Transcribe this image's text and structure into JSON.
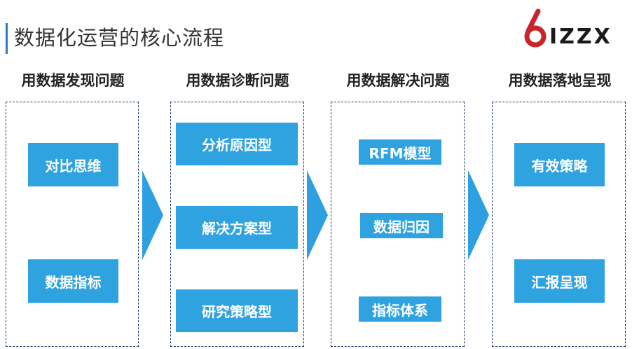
{
  "page_title": "数据化运营的核心流程",
  "logo": {
    "text": "IZZX"
  },
  "colors": {
    "accent": "#2ea3e0",
    "border": "#1f3a66",
    "title_bar": "#2a7dc4",
    "logo_red": "#c8262b"
  },
  "columns": [
    {
      "header": "用数据发现问题",
      "items": [
        "对比思维",
        "数据指标"
      ]
    },
    {
      "header": "用数据诊断问题",
      "items": [
        "分析原因型",
        "解决方案型",
        "研究策略型"
      ]
    },
    {
      "header": "用数据解决问题",
      "items": [
        "RFM模型",
        "数据归因",
        "指标体系"
      ]
    },
    {
      "header": "用数据落地呈现",
      "items": [
        "有效策略",
        "汇报呈现"
      ]
    }
  ]
}
